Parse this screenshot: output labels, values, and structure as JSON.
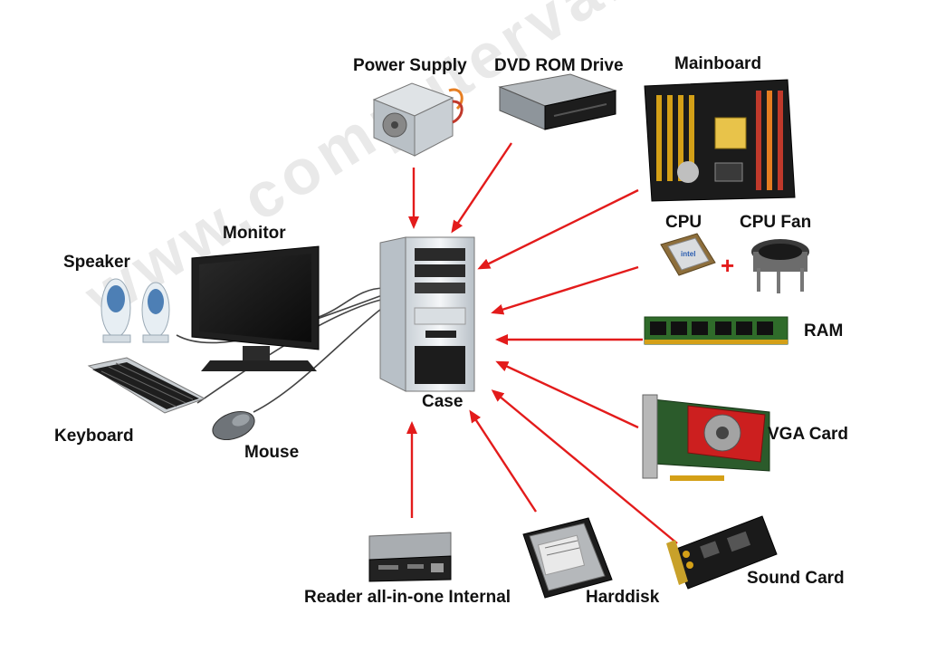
{
  "watermark": "www.computervariety.com",
  "colors": {
    "arrow": "#e31b1b",
    "case_body": "#e8ecef",
    "dark": "#1c1c1c",
    "pcb_green": "#2f6b2a"
  },
  "labels": {
    "power_supply": "Power Supply",
    "dvd_rom": "DVD ROM Drive",
    "mainboard": "Mainboard",
    "cpu": "CPU",
    "cpu_fan": "CPU Fan",
    "plus": "+",
    "ram": "RAM",
    "vga": "VGA Card",
    "sound": "Sound Card",
    "harddisk": "Harddisk",
    "reader": "Reader all-in-one Internal",
    "case": "Case",
    "monitor": "Monitor",
    "speaker": "Speaker",
    "keyboard": "Keyboard",
    "mouse": "Mouse"
  },
  "components": [
    {
      "name": "power-supply",
      "icon": "power-supply-icon"
    },
    {
      "name": "dvd-rom-drive",
      "icon": "dvd-drive-icon"
    },
    {
      "name": "mainboard",
      "icon": "motherboard-icon"
    },
    {
      "name": "cpu",
      "icon": "cpu-chip-icon"
    },
    {
      "name": "cpu-fan",
      "icon": "cpu-fan-icon"
    },
    {
      "name": "ram",
      "icon": "ram-stick-icon"
    },
    {
      "name": "vga-card",
      "icon": "graphics-card-icon"
    },
    {
      "name": "sound-card",
      "icon": "sound-card-icon"
    },
    {
      "name": "harddisk",
      "icon": "hard-disk-icon"
    },
    {
      "name": "reader",
      "icon": "card-reader-icon"
    },
    {
      "name": "case",
      "icon": "pc-case-icon"
    },
    {
      "name": "monitor",
      "icon": "monitor-icon"
    },
    {
      "name": "speaker",
      "icon": "speaker-icon"
    },
    {
      "name": "keyboard",
      "icon": "keyboard-icon"
    },
    {
      "name": "mouse",
      "icon": "mouse-icon"
    }
  ]
}
